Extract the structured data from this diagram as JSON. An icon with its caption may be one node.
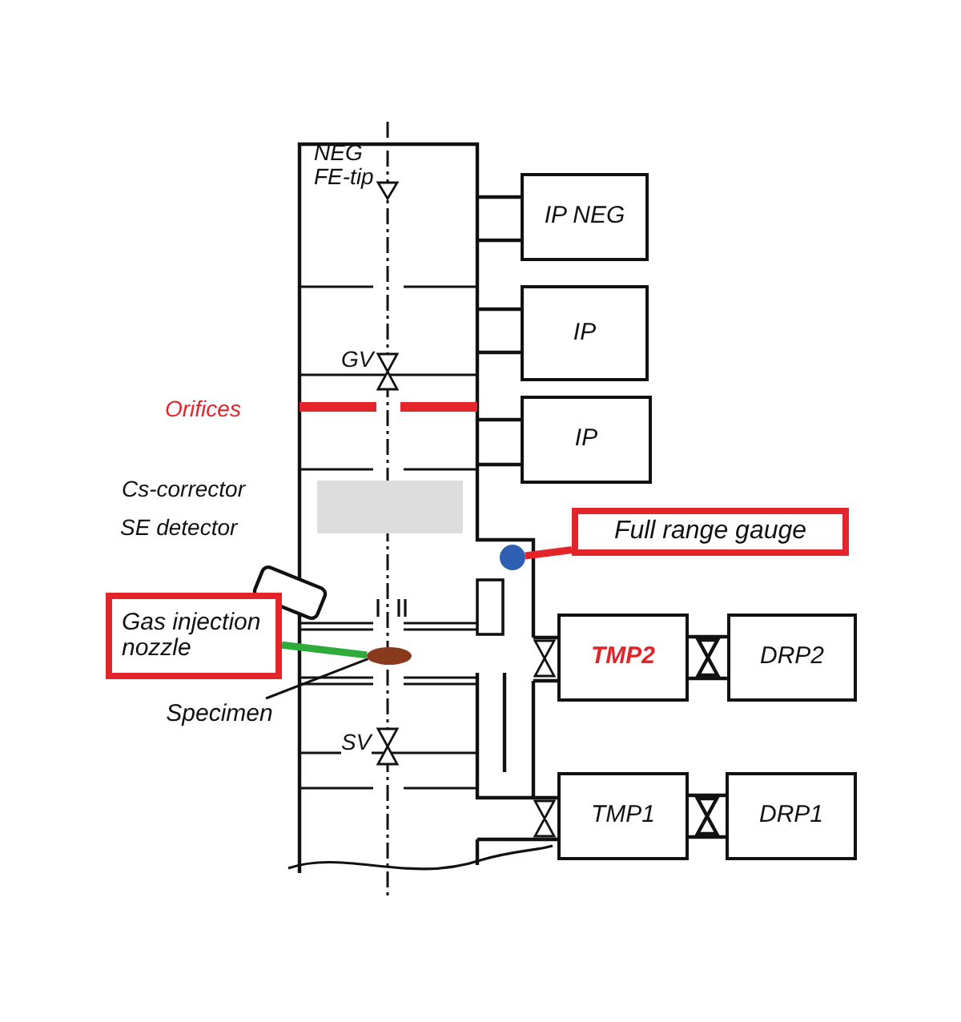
{
  "diagram": {
    "nodes": [
      {
        "text": [
          "IP NEG"
        ]
      },
      {
        "text": [
          "IP"
        ]
      },
      {
        "text": [
          "IP"
        ]
      },
      {
        "text": [
          "Full range gauge"
        ]
      },
      {
        "text": [],
        "shape": "circle"
      },
      {
        "text": [
          "Gas injection nozzle"
        ]
      },
      {
        "text": [
          "Specimen"
        ]
      },
      {
        "text": [],
        "shape": "ellipse"
      },
      {
        "text": [
          "TMP2"
        ]
      },
      {
        "text": [
          "DRP2"
        ]
      },
      {
        "text": [
          "TMP1"
        ]
      },
      {
        "text": [
          "DRP1"
        ]
      }
    ],
    "edges": [
      {
        "from": 3,
        "to": 4,
        "arrow": "none",
        "style": "thick",
        "color": "#e3242b"
      },
      {
        "from": 6,
        "to": 7,
        "arrow": "none"
      },
      {
        "from": 5,
        "to": 7,
        "arrow": "none",
        "style": "thick",
        "color": "#2eab3a"
      },
      {
        "from": 8,
        "to": 9,
        "arrow": "none"
      },
      {
        "from": 10,
        "to": 11,
        "arrow": "none"
      }
    ],
    "labels": [
      "NEG",
      "FE-tip",
      "GV",
      "Orifices",
      "Cs-corrector",
      "SE detector",
      "SV"
    ]
  }
}
